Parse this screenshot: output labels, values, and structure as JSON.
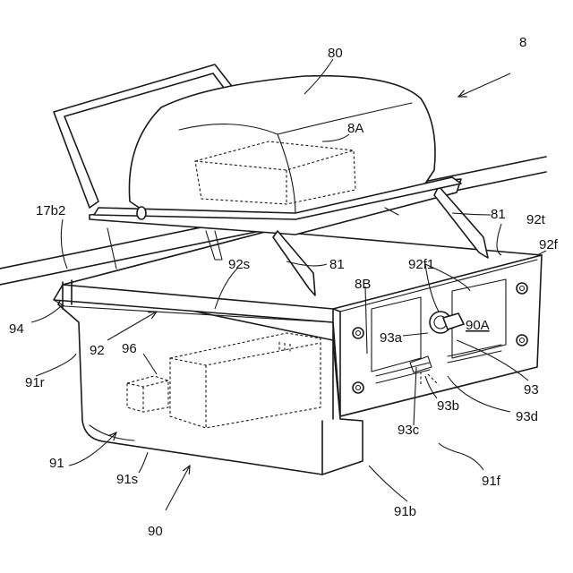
{
  "labels": {
    "l8": "8",
    "l80": "80",
    "l8A": "8A",
    "l17b2": "17b2",
    "l81a": "81",
    "l81b": "81",
    "l92t": "92t",
    "l92f": "92f",
    "l92s": "92s",
    "l92f1": "92f1",
    "l8B": "8B",
    "l94": "94",
    "l92": "92",
    "l96": "96",
    "l90A": "90A",
    "l93a": "93a",
    "l91r": "91r",
    "l93": "93",
    "l93b": "93b",
    "l93d": "93d",
    "l93c": "93c",
    "l91": "91",
    "l91s": "91s",
    "l91f": "91f",
    "l91b": "91b",
    "l90": "90"
  }
}
